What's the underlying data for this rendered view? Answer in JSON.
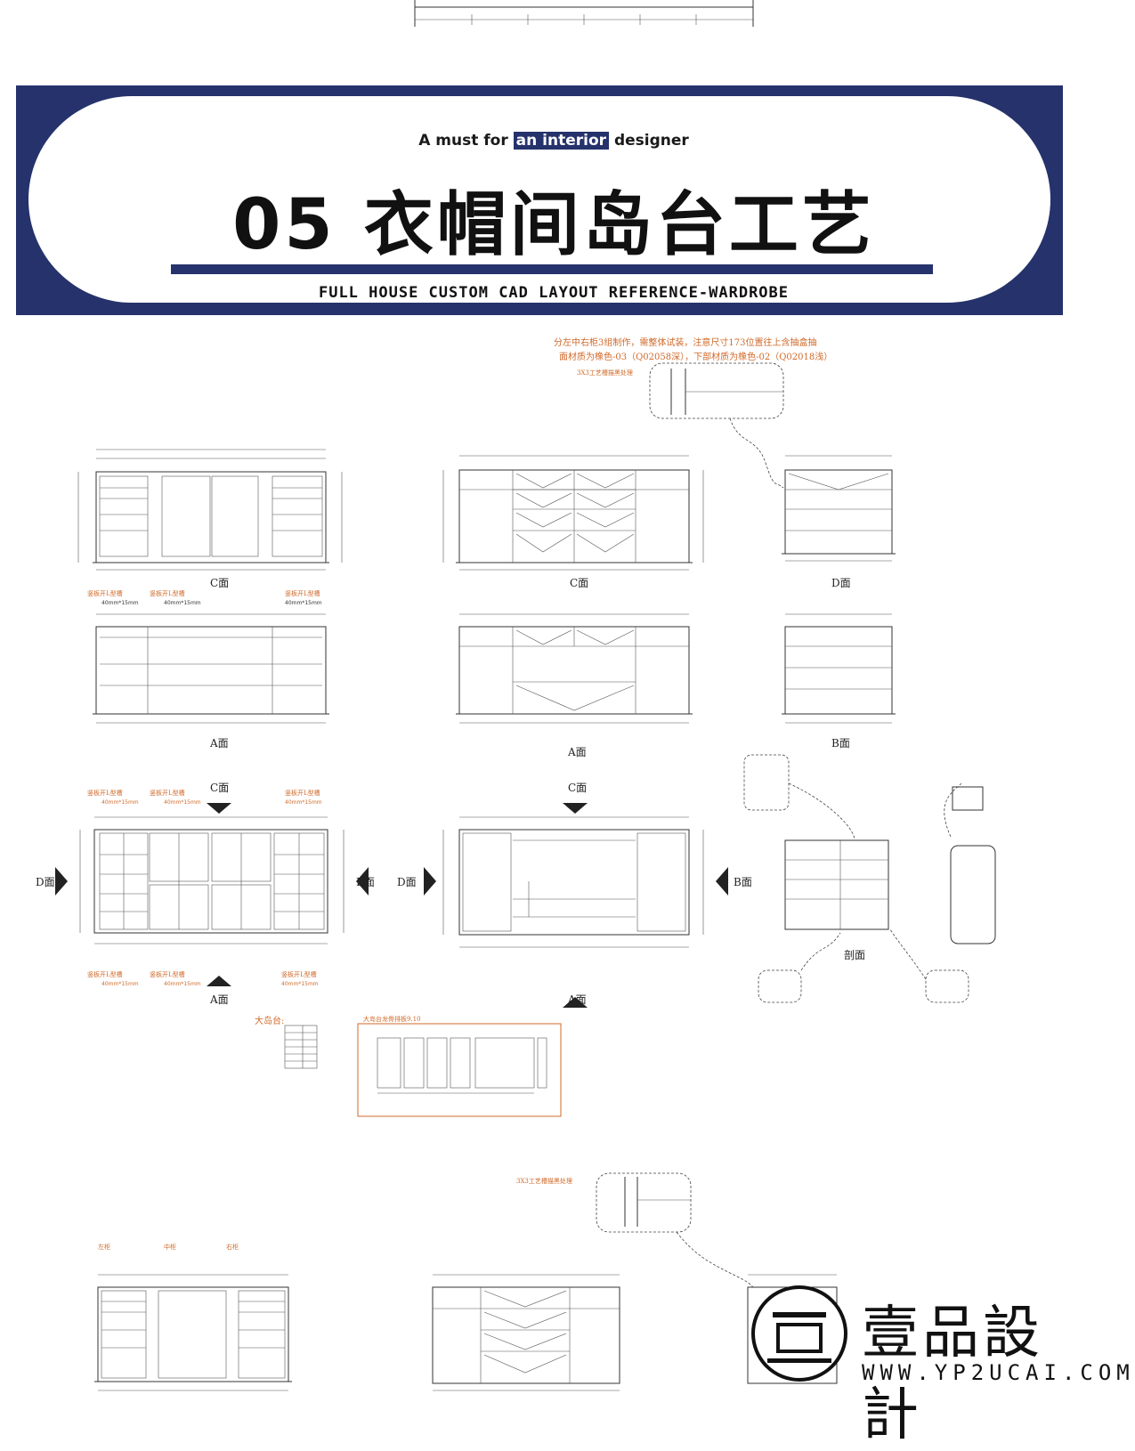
{
  "banner": {
    "tagline_pre": "A must for",
    "tagline_highlight": "an interior",
    "tagline_post": "designer",
    "title": "05 衣帽间岛台工艺",
    "subtitle": "FULL HOUSE CUSTOM CAD LAYOUT REFERENCE-WARDROBE"
  },
  "notes": {
    "top_note_1": "分左中右柜3组制作，需整体试装，注意尺寸173位置往上含抽盒抽",
    "top_note_2": "面材质为橡色-03（Q02058深），下部材质为橡色-02（Q02018浅）",
    "groove_1": "3X3工艺槽描黑处理",
    "groove_2": "3X3工艺槽描黑处理",
    "l_groove": "竖板开L型槽",
    "l_groove_size": "40mm*15mm",
    "island_label": "大岛台:",
    "island_drawing_note": "大岛台龙骨排板9.10",
    "section_label": "剖面",
    "left_cab": "左柜",
    "mid_cab": "中柜",
    "right_cab": "右柜"
  },
  "faces": {
    "c": "C面",
    "d": "D面",
    "a": "A面",
    "b": "B面"
  },
  "logo": {
    "text": "壹品設計",
    "url": "WWW.YP2UCAI.COM"
  },
  "colors": {
    "banner_navy": "#25326b",
    "note_orange": "#d06a2a"
  }
}
